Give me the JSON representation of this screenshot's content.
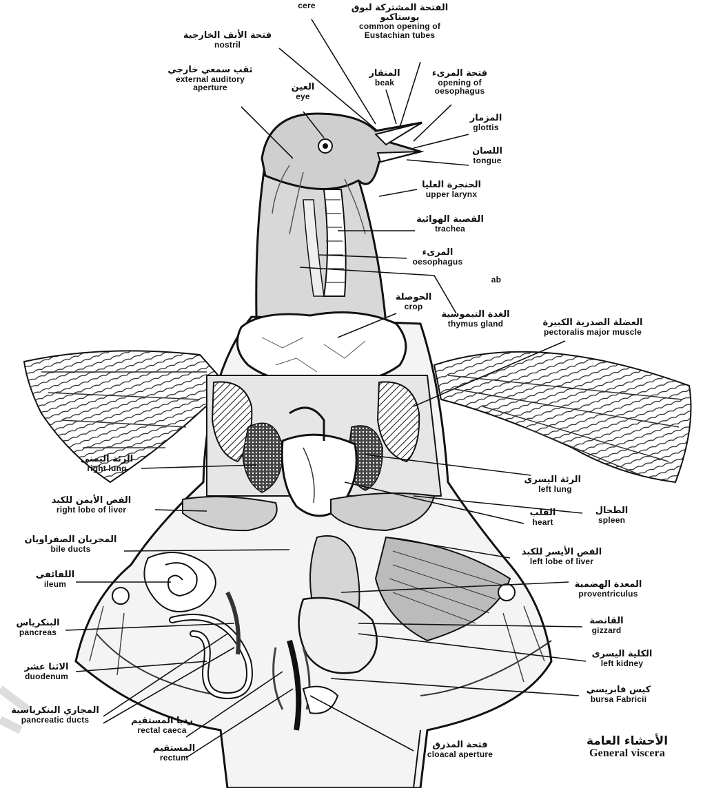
{
  "colors": {
    "ink": "#111111",
    "paper": "#ffffff",
    "tissue": "#f4f4f4",
    "shade": "#3a3a3a"
  },
  "labels": [
    {
      "id": "cere",
      "ar": "",
      "en": "cere"
    },
    {
      "id": "eustachian",
      "ar": "الفتحة المشتركة لبوق يوستاكيو",
      "en": "common opening of Eustachian tubes"
    },
    {
      "id": "nostril",
      "ar": "فتحة الأنف الخارجية",
      "en": "nostril"
    },
    {
      "id": "auditory",
      "ar": "ثقب سمعي خارجي",
      "en": "external auditory aperture"
    },
    {
      "id": "eye",
      "ar": "العين",
      "en": "eye"
    },
    {
      "id": "beak",
      "ar": "المنقار",
      "en": "beak"
    },
    {
      "id": "oesophagus-opening",
      "ar": "فتحة المرىء",
      "en": "opening of oesophagus"
    },
    {
      "id": "glottis",
      "ar": "المزمار",
      "en": "glottis"
    },
    {
      "id": "tongue",
      "ar": "اللسان",
      "en": "tongue"
    },
    {
      "id": "upper-larynx",
      "ar": "الحنجرة العليا",
      "en": "upper larynx"
    },
    {
      "id": "trachea",
      "ar": "القصبة الهوائية",
      "en": "trachea"
    },
    {
      "id": "oesophagus",
      "ar": "المرىء",
      "en": "oesophagus"
    },
    {
      "id": "ab",
      "ar": "",
      "en": "ab"
    },
    {
      "id": "crop",
      "ar": "الحوصلة",
      "en": "crop"
    },
    {
      "id": "thymus",
      "ar": "الغدة التيموسية",
      "en": "thymus gland"
    },
    {
      "id": "pectoralis",
      "ar": "العضلة الصدرية الكبيرة",
      "en": "pectoralis major muscle"
    },
    {
      "id": "right-lung",
      "ar": "الرئة اليمنى",
      "en": "right lung"
    },
    {
      "id": "left-lung",
      "ar": "الرئة اليسرى",
      "en": "left lung"
    },
    {
      "id": "right-liver",
      "ar": "الفص الأيمن للكبد",
      "en": "right lobe of liver"
    },
    {
      "id": "heart",
      "ar": "القلب",
      "en": "heart"
    },
    {
      "id": "spleen",
      "ar": "الطحال",
      "en": "spleen"
    },
    {
      "id": "bile-ducts",
      "ar": "المجريان الصفراويان",
      "en": "bile ducts"
    },
    {
      "id": "left-liver",
      "ar": "الفص الأيسر للكبد",
      "en": "left lobe of liver"
    },
    {
      "id": "ileum",
      "ar": "اللفائفي",
      "en": "ileum"
    },
    {
      "id": "proventriculus",
      "ar": "المعدة الهضمية",
      "en": "proventriculus"
    },
    {
      "id": "pancreas",
      "ar": "البنكرياس",
      "en": "pancreas"
    },
    {
      "id": "gizzard",
      "ar": "القانصة",
      "en": "gizzard"
    },
    {
      "id": "left-kidney",
      "ar": "الكلية اليسرى",
      "en": "left kidney"
    },
    {
      "id": "duodenum",
      "ar": "الاثنا عشر",
      "en": "duodenum"
    },
    {
      "id": "bursa",
      "ar": "كيس فابريسي",
      "en": "bursa Fabricii"
    },
    {
      "id": "pancreatic-ducts",
      "ar": "المجاري البنكرياسية",
      "en": "pancreatic ducts"
    },
    {
      "id": "rectal-caeca",
      "ar": "ردبا المستقيم",
      "en": "rectal caeca"
    },
    {
      "id": "rectum",
      "ar": "المستقيم",
      "en": "rectum"
    },
    {
      "id": "cloacal",
      "ar": "فتحة المذرق",
      "en": "cloacal aperture"
    },
    {
      "id": "title",
      "ar": "الأحشاء العامة",
      "en": "General viscera"
    }
  ]
}
